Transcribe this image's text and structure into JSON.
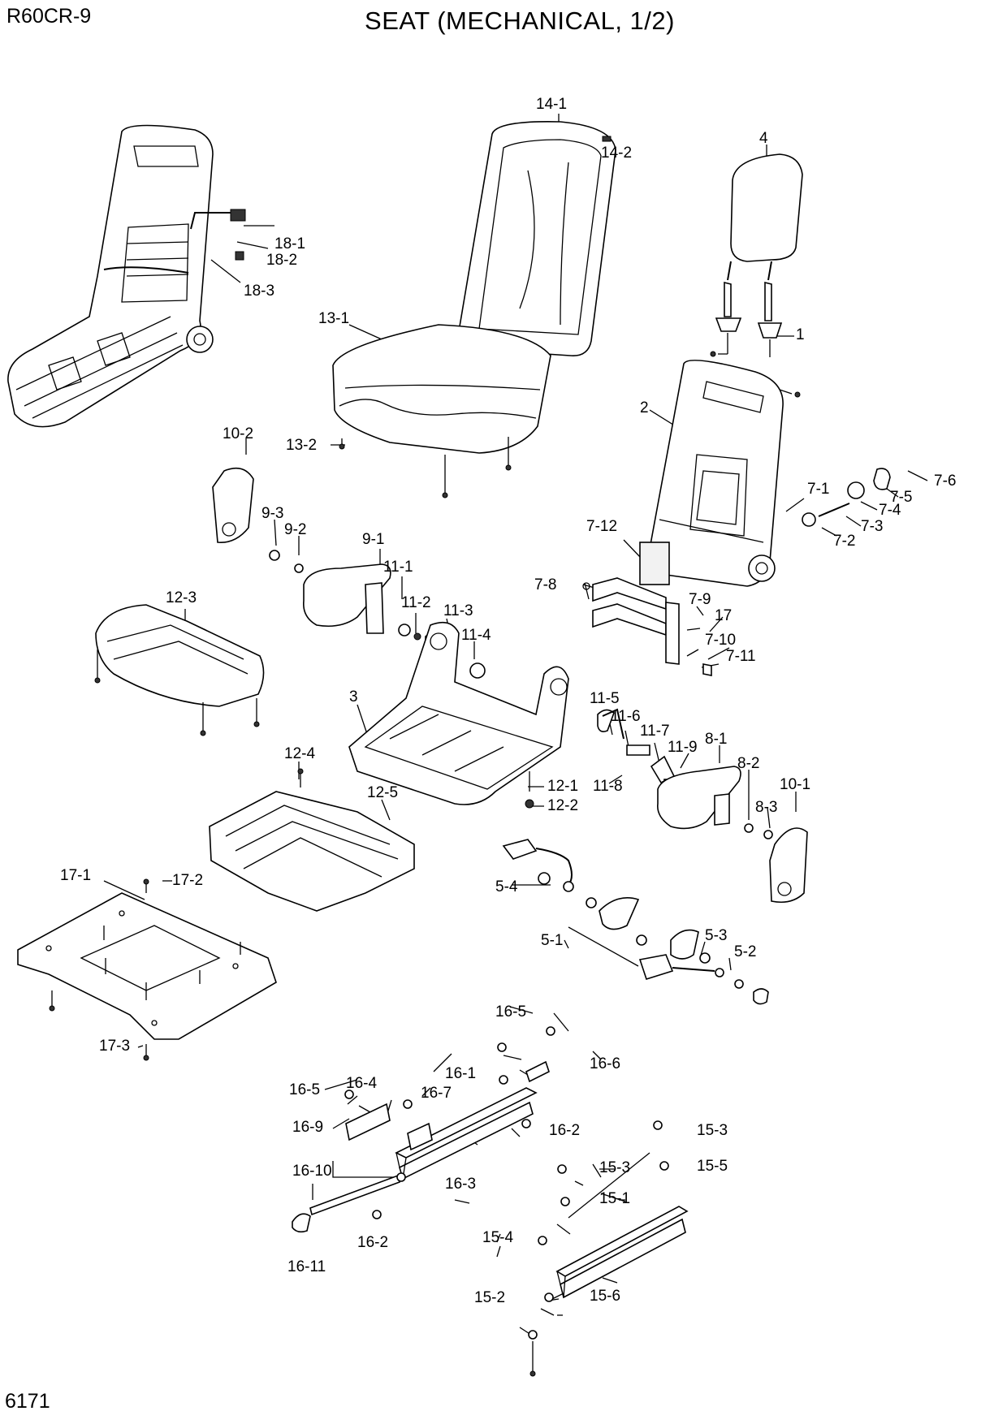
{
  "header": {
    "model": "R60CR-9",
    "title": "SEAT (MECHANICAL, 1/2)",
    "page_number": "6171"
  },
  "callouts": [
    {
      "id": "c-14-1",
      "text": "14-1"
    },
    {
      "id": "c-14-2",
      "text": "14-2"
    },
    {
      "id": "c-4",
      "text": "4"
    },
    {
      "id": "c-18-1",
      "text": "18-1"
    },
    {
      "id": "c-18-2",
      "text": "18-2"
    },
    {
      "id": "c-18-3",
      "text": "18-3"
    },
    {
      "id": "c-13-1",
      "text": "13-1"
    },
    {
      "id": "c-1",
      "text": "1"
    },
    {
      "id": "c-2",
      "text": "2"
    },
    {
      "id": "c-13-2",
      "text": "13-2"
    },
    {
      "id": "c-10-2",
      "text": "10-2"
    },
    {
      "id": "c-7-6",
      "text": "7-6"
    },
    {
      "id": "c-7-1",
      "text": "7-1"
    },
    {
      "id": "c-7-5",
      "text": "7-5"
    },
    {
      "id": "c-7-4",
      "text": "7-4"
    },
    {
      "id": "c-7-3",
      "text": "7-3"
    },
    {
      "id": "c-7-2",
      "text": "7-2"
    },
    {
      "id": "c-9-3",
      "text": "9-3"
    },
    {
      "id": "c-9-2",
      "text": "9-2"
    },
    {
      "id": "c-7-12",
      "text": "7-12"
    },
    {
      "id": "c-9-1",
      "text": "9-1"
    },
    {
      "id": "c-11-1",
      "text": "11-1"
    },
    {
      "id": "c-7-8",
      "text": "7-8"
    },
    {
      "id": "c-12-3",
      "text": "12-3"
    },
    {
      "id": "c-11-2",
      "text": "11-2"
    },
    {
      "id": "c-7-9",
      "text": "7-9"
    },
    {
      "id": "c-11-3",
      "text": "11-3"
    },
    {
      "id": "c-17",
      "text": "17"
    },
    {
      "id": "c-11-4",
      "text": "11-4"
    },
    {
      "id": "c-7-10",
      "text": "7-10"
    },
    {
      "id": "c-7-11",
      "text": "7-11"
    },
    {
      "id": "c-3",
      "text": "3"
    },
    {
      "id": "c-11-5",
      "text": "11-5"
    },
    {
      "id": "c-11-6",
      "text": "11-6"
    },
    {
      "id": "c-11-7",
      "text": "11-7"
    },
    {
      "id": "c-8-1",
      "text": "8-1"
    },
    {
      "id": "c-11-9",
      "text": "11-9"
    },
    {
      "id": "c-12-4",
      "text": "12-4"
    },
    {
      "id": "c-8-2",
      "text": "8-2"
    },
    {
      "id": "c-10-1",
      "text": "10-1"
    },
    {
      "id": "c-12-1",
      "text": "12-1"
    },
    {
      "id": "c-11-8",
      "text": "11-8"
    },
    {
      "id": "c-12-5",
      "text": "12-5"
    },
    {
      "id": "c-12-2",
      "text": "12-2"
    },
    {
      "id": "c-8-3",
      "text": "8-3"
    },
    {
      "id": "c-17-1",
      "text": "17-1"
    },
    {
      "id": "c-17-2",
      "text": "17-2"
    },
    {
      "id": "c-5-4",
      "text": "5-4"
    },
    {
      "id": "c-5-3",
      "text": "5-3"
    },
    {
      "id": "c-5-1",
      "text": "5-1"
    },
    {
      "id": "c-5-2",
      "text": "5-2"
    },
    {
      "id": "c-16-5a",
      "text": "16-5"
    },
    {
      "id": "c-17-3",
      "text": "17-3"
    },
    {
      "id": "c-16-1",
      "text": "16-1"
    },
    {
      "id": "c-16-6",
      "text": "16-6"
    },
    {
      "id": "c-16-5b",
      "text": "16-5"
    },
    {
      "id": "c-16-4",
      "text": "16-4"
    },
    {
      "id": "c-16-7",
      "text": "16-7"
    },
    {
      "id": "c-16-9",
      "text": "16-9"
    },
    {
      "id": "c-16-2a",
      "text": "16-2"
    },
    {
      "id": "c-15-3a",
      "text": "15-3"
    },
    {
      "id": "c-16-10",
      "text": "16-10"
    },
    {
      "id": "c-15-3b",
      "text": "15-3"
    },
    {
      "id": "c-15-5",
      "text": "15-5"
    },
    {
      "id": "c-16-3",
      "text": "16-3"
    },
    {
      "id": "c-15-1",
      "text": "15-1"
    },
    {
      "id": "c-16-2b",
      "text": "16-2"
    },
    {
      "id": "c-15-4",
      "text": "15-4"
    },
    {
      "id": "c-16-11",
      "text": "16-11"
    },
    {
      "id": "c-15-2",
      "text": "15-2"
    },
    {
      "id": "c-15-6",
      "text": "15-6"
    }
  ]
}
